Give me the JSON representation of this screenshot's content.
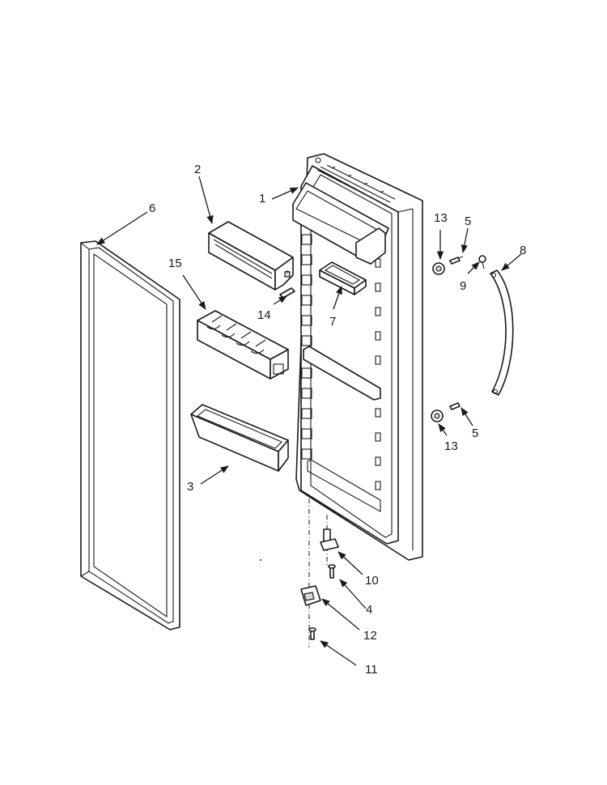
{
  "diagram": {
    "line_color": "#1a1a1a",
    "background": "#ffffff",
    "callouts": [
      {
        "id": "c1",
        "label": "1"
      },
      {
        "id": "c2",
        "label": "2"
      },
      {
        "id": "c3",
        "label": "3"
      },
      {
        "id": "c4",
        "label": "4"
      },
      {
        "id": "c5a",
        "label": "5"
      },
      {
        "id": "c5b",
        "label": "5"
      },
      {
        "id": "c6",
        "label": "6"
      },
      {
        "id": "c7",
        "label": "7"
      },
      {
        "id": "c8",
        "label": "8"
      },
      {
        "id": "c9",
        "label": "9"
      },
      {
        "id": "c10",
        "label": "10"
      },
      {
        "id": "c11",
        "label": "11"
      },
      {
        "id": "c12",
        "label": "12"
      },
      {
        "id": "c13a",
        "label": "13"
      },
      {
        "id": "c13b",
        "label": "13"
      },
      {
        "id": "c14",
        "label": "14"
      },
      {
        "id": "c15",
        "label": "15"
      }
    ]
  }
}
